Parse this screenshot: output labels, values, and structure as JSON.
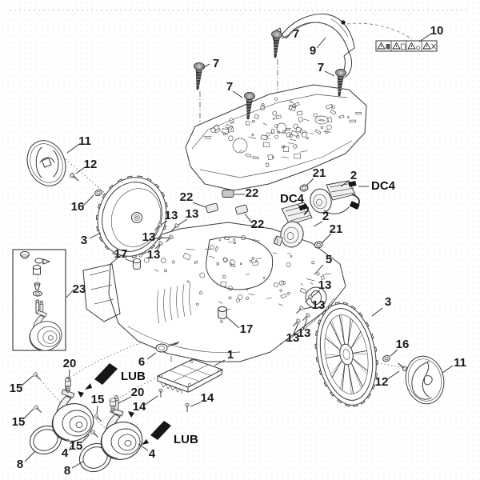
{
  "diagram": {
    "kind": "exploded-parts-diagram"
  },
  "colors": {
    "line": "#3a3a3a",
    "label_text": "#1b1b1b",
    "dark_parts": "#161616",
    "paper": "#ffffff"
  },
  "callouts": [
    {
      "text": "7"
    },
    {
      "text": "7"
    },
    {
      "text": "7"
    },
    {
      "text": "7"
    },
    {
      "text": "9"
    },
    {
      "text": "10"
    },
    {
      "text": "11"
    },
    {
      "text": "12"
    },
    {
      "text": "16"
    },
    {
      "text": "3"
    },
    {
      "text": "23"
    },
    {
      "text": "17"
    },
    {
      "text": "13"
    },
    {
      "text": "13"
    },
    {
      "text": "13"
    },
    {
      "text": "13"
    },
    {
      "text": "22"
    },
    {
      "text": "22"
    },
    {
      "text": "22"
    },
    {
      "text": "21"
    },
    {
      "text": "2"
    },
    {
      "text": "DC4"
    },
    {
      "text": "DC4"
    },
    {
      "text": "2"
    },
    {
      "text": "21"
    },
    {
      "text": "5"
    },
    {
      "text": "13"
    },
    {
      "text": "13"
    },
    {
      "text": "13"
    },
    {
      "text": "13"
    },
    {
      "text": "17"
    },
    {
      "text": "3"
    },
    {
      "text": "16"
    },
    {
      "text": "12"
    },
    {
      "text": "11"
    },
    {
      "text": "1"
    },
    {
      "text": "6"
    },
    {
      "text": "14"
    },
    {
      "text": "14"
    },
    {
      "text": "20"
    },
    {
      "text": "20"
    },
    {
      "text": "15"
    },
    {
      "text": "15"
    },
    {
      "text": "15"
    },
    {
      "text": "15"
    },
    {
      "text": "4"
    },
    {
      "text": "4"
    },
    {
      "text": "8"
    },
    {
      "text": "8"
    },
    {
      "text": "LUB"
    },
    {
      "text": "LUB"
    }
  ],
  "warning_label": {
    "callout": "10",
    "cells": [
      {
        "icon": "warning-triangle-icon"
      },
      {
        "icon": "pictogram-icon"
      },
      {
        "icon": "warning-triangle-icon"
      },
      {
        "icon": "pictogram-icon"
      },
      {
        "icon": "warning-triangle-icon"
      },
      {
        "icon": "pictogram-icon"
      },
      {
        "icon": "warning-triangle-icon"
      },
      {
        "icon": "pictogram-icon"
      }
    ]
  }
}
